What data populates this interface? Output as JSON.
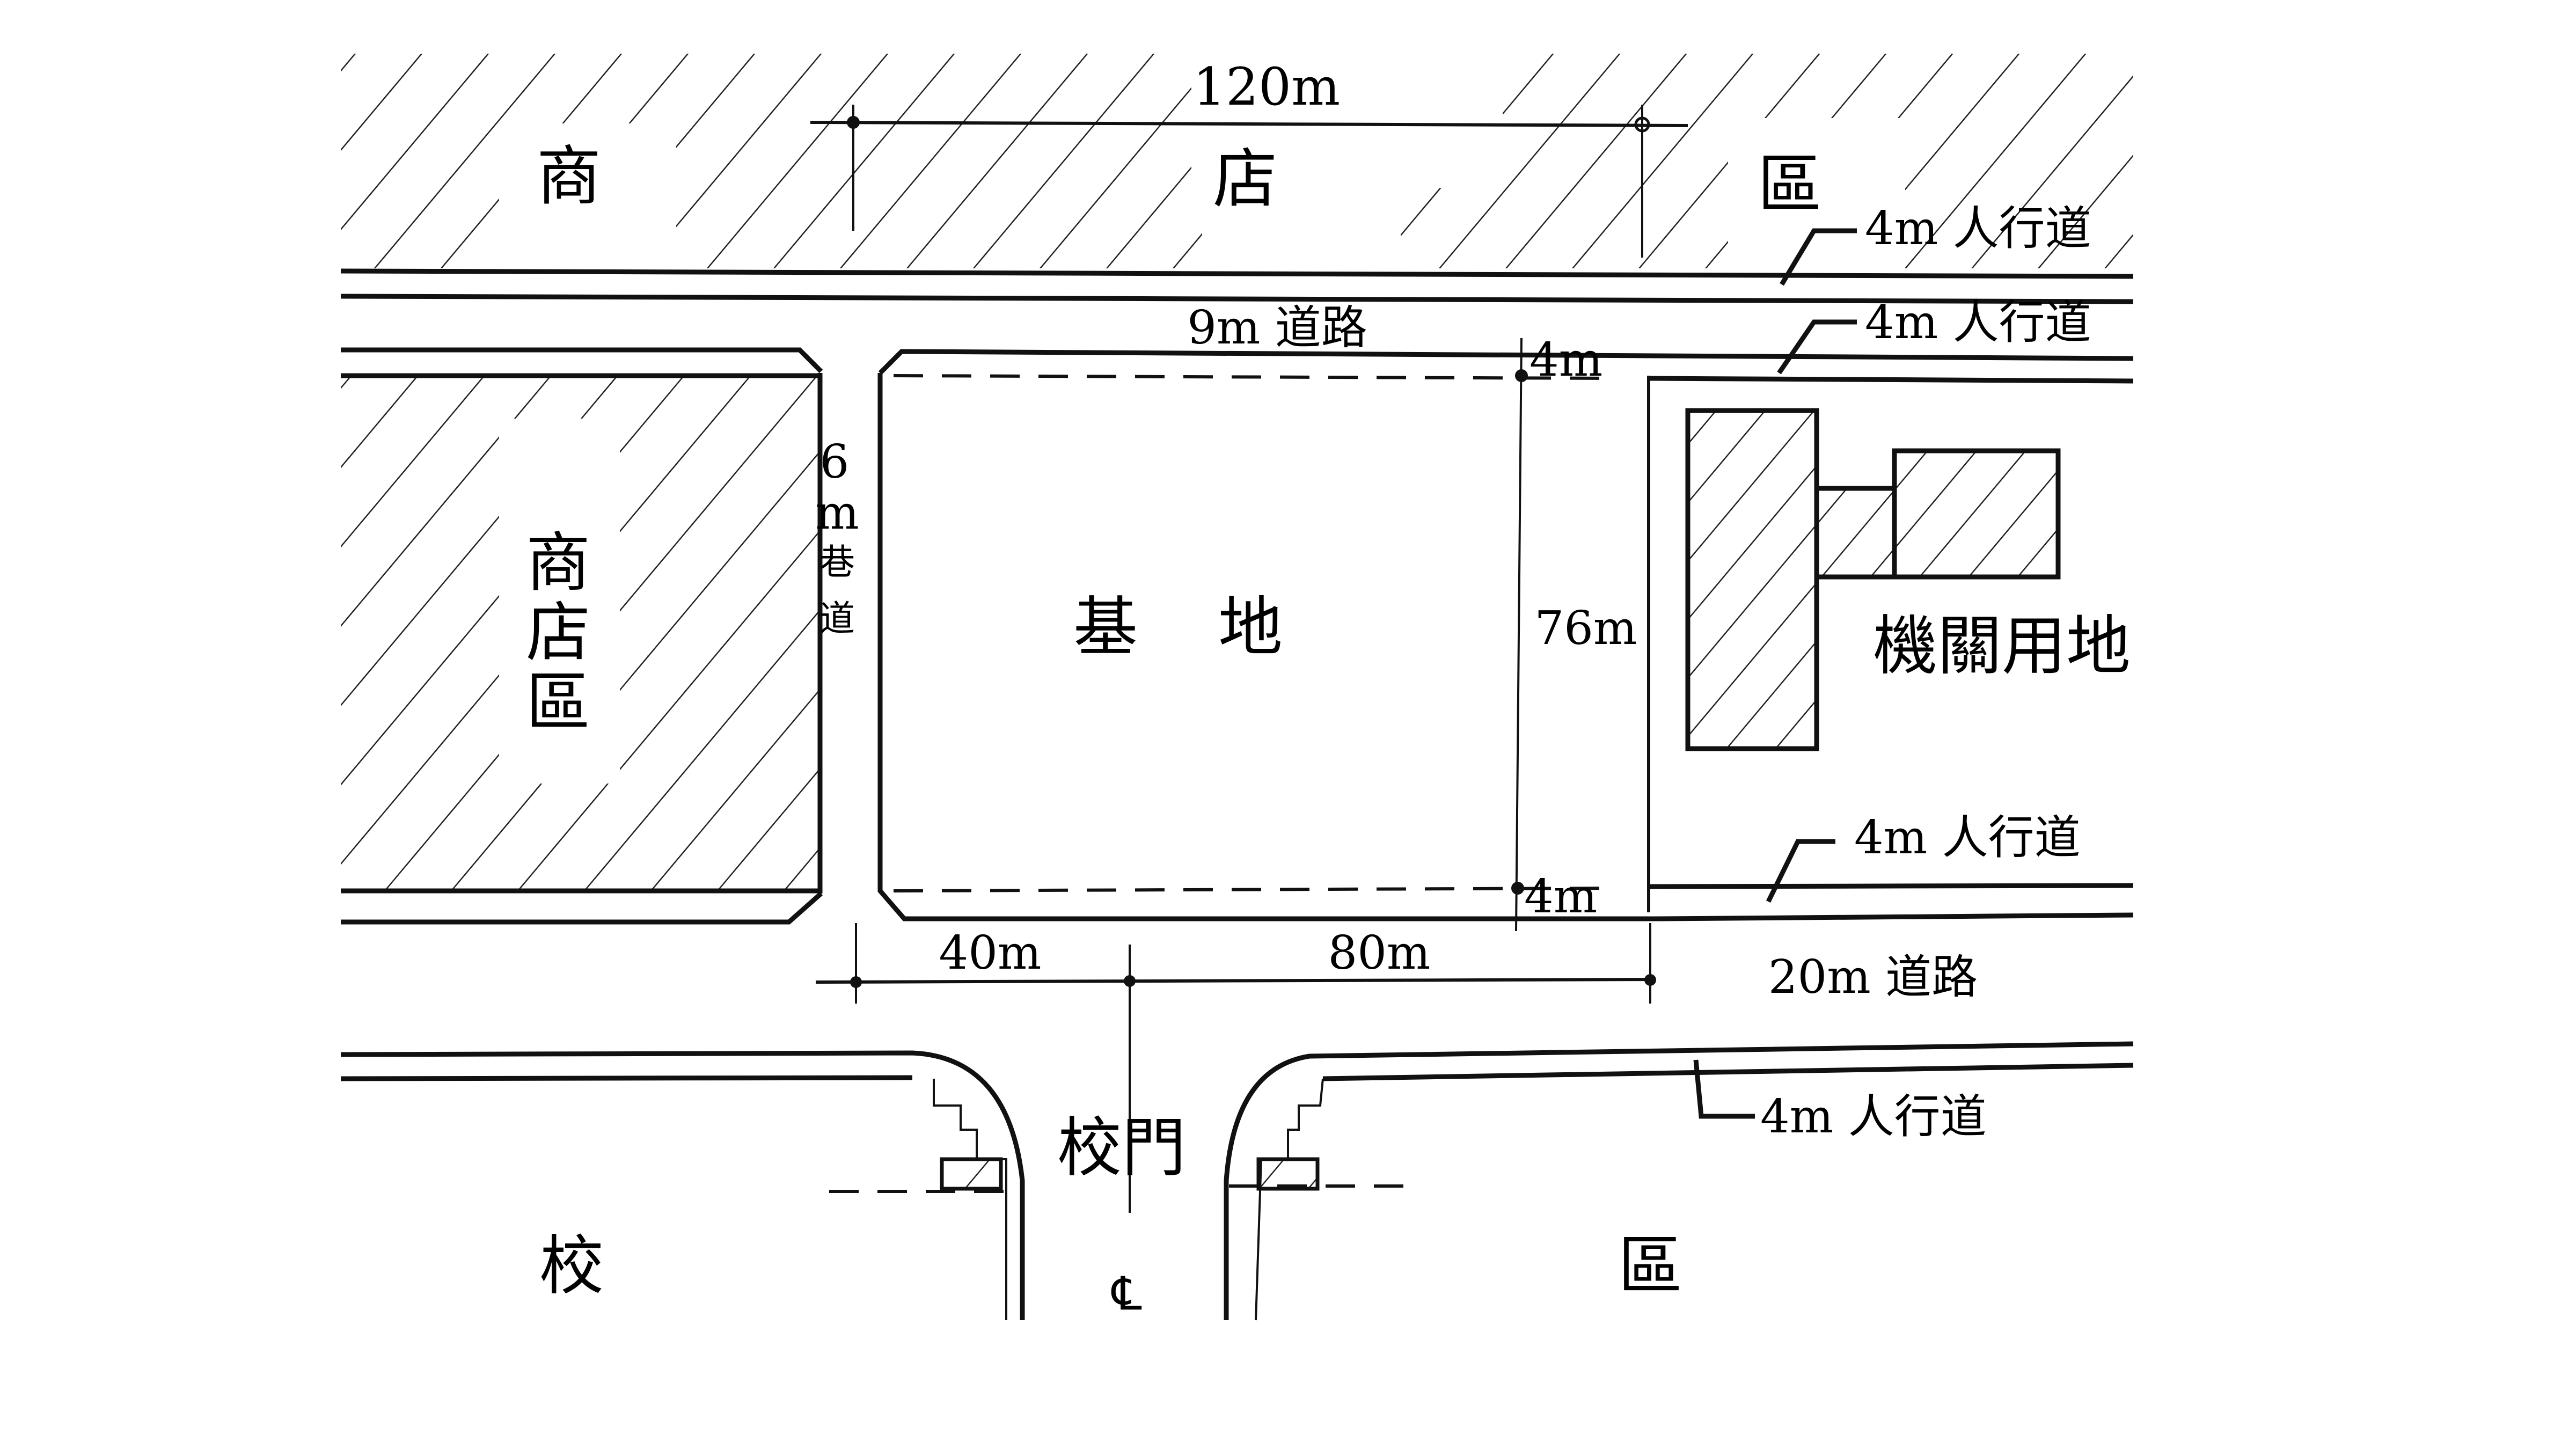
{
  "title": "基地位置圖",
  "zones": {
    "top_shop": [
      "商",
      "店",
      "區"
    ],
    "left_shop": "商店區",
    "site": [
      "基",
      "地"
    ],
    "government_land": "機關用地",
    "school": [
      "校",
      "區"
    ]
  },
  "roads": {
    "road_9m": "9m 道路",
    "road_20m": "20m 道路",
    "alley_6m": [
      "6",
      "m",
      "巷",
      "道"
    ],
    "sidewalk": "4m 人行道",
    "school_gate": "校門",
    "centerline_symbol": "℄"
  },
  "dimensions": {
    "top_width": "120m",
    "site_depth": "76m",
    "setback_top": "4m",
    "setback_bottom": "4m",
    "frontage_left": "40m",
    "frontage_right": "80m"
  },
  "colors": {
    "line": "#111111",
    "background": "#ffffff"
  }
}
